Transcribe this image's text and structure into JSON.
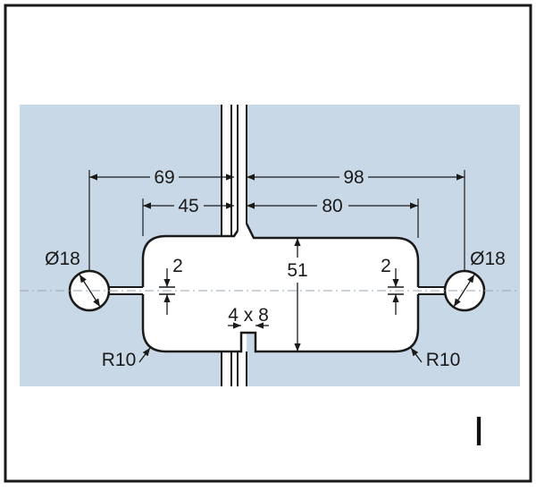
{
  "colors": {
    "glass_fill": "#c9d8e6",
    "cutout_fill": "#ffffff",
    "stroke": "#1a1a1a",
    "frame": "#1a1a1a",
    "centerline": "#9aa7b2"
  },
  "dimensions": {
    "overall_left": "69",
    "overall_right": "98",
    "cutout_left": "45",
    "cutout_right": "80",
    "cutout_height": "51",
    "slot_left": "2",
    "slot_right": "2",
    "notch": "4 x 8",
    "hole_left": "Ø18",
    "hole_right": "Ø18",
    "radius_left": "R10",
    "radius_right": "R10"
  },
  "variant_mark": "I"
}
